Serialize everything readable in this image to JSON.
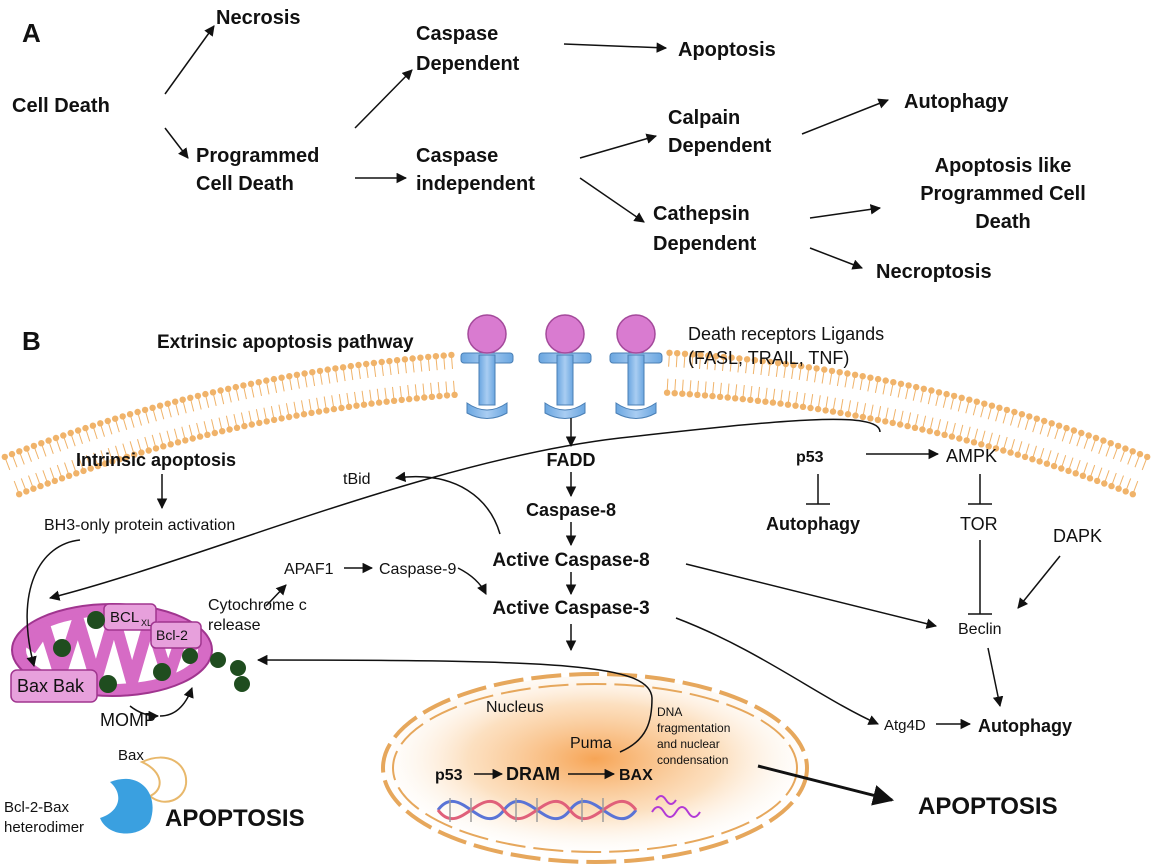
{
  "panel_a": {
    "label": "A",
    "cell_death": "Cell Death",
    "necrosis": "Necrosis",
    "programmed_cell_death": [
      "Programmed",
      "Cell Death"
    ],
    "caspase_dependent": [
      "Caspase",
      "Dependent"
    ],
    "apoptosis": "Apoptosis",
    "caspase_independent": [
      "Caspase",
      "independent"
    ],
    "calpain_dependent": [
      "Calpain",
      "Dependent"
    ],
    "autophagy": "Autophagy",
    "cathepsin_dependent": [
      "Cathepsin",
      "Dependent"
    ],
    "apoptosis_like": [
      "Apoptosis like",
      "Programmed Cell",
      "Death"
    ],
    "necroptosis": "Necroptosis"
  },
  "panel_b": {
    "label": "B",
    "extrinsic": "Extrinsic apoptosis pathway",
    "death_receptors": [
      "Death receptors Ligands",
      "(FASL, TRAIL, TNF)"
    ],
    "intrinsic": "Intrinsic apoptosis",
    "bh3": "BH3-only protein activation",
    "tbid": "tBid",
    "fadd": "FADD",
    "caspase8": "Caspase-8",
    "active_caspase8": "Active Caspase-8",
    "active_caspase3": "Active Caspase-3",
    "apaf1": "APAF1",
    "caspase9": "Caspase-9",
    "cytochrome": [
      "Cytochrome c",
      "release"
    ],
    "bcl_xl_main": "BCL",
    "bcl_xl_sub": "XL",
    "bcl2": "Bcl-2",
    "bax_bak": "Bax Bak",
    "momp": "MOMP",
    "bax": "Bax",
    "heterodimer": [
      "Bcl-2-Bax",
      "heterodimer"
    ],
    "apoptosis_left": "APOPTOSIS",
    "nucleus": "Nucleus",
    "puma": "Puma",
    "dna_frag": [
      "DNA",
      "fragmentation",
      "and nuclear",
      "condensation"
    ],
    "p53_nuc": "p53",
    "dram": "DRAM",
    "bax_nuc": "BAX",
    "p53": "p53",
    "autophagy_mid": "Autophagy",
    "ampk": "AMPK",
    "tor": "TOR",
    "dapk": "DAPK",
    "beclin": "Beclin",
    "atg4d": "Atg4D",
    "autophagy_right": "Autophagy",
    "apoptosis_right": "APOPTOSIS"
  },
  "colors": {
    "receptor_head": "#d97bd0",
    "receptor_body": "#7fb3e6",
    "membrane": "#f0b36a",
    "mitochondria": "#d66bc5",
    "granule": "#1f4d1f",
    "nucleus_glow": "#f6b26b",
    "bcl_blue": "#3aa0e0"
  }
}
